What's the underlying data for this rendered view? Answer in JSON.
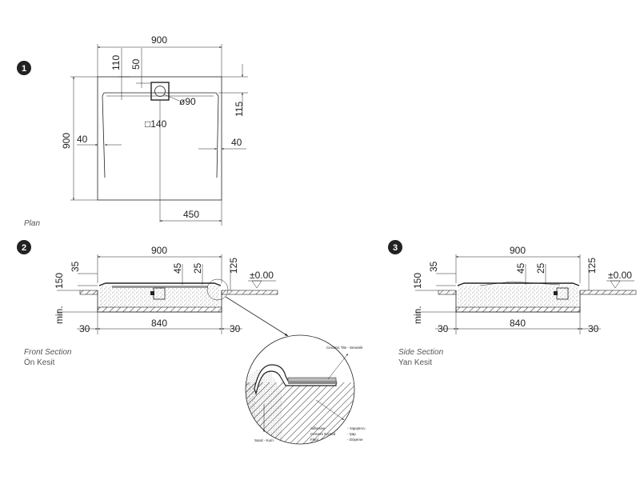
{
  "plan": {
    "number": "1",
    "caption": "Plan",
    "dims": {
      "width": "900",
      "top_110": "110",
      "top_50": "50",
      "diameter": "ø90",
      "square": "□140",
      "right_115": "115",
      "left_40": "40",
      "right_40": "40",
      "height": "900",
      "bottom_450": "450"
    }
  },
  "front_section": {
    "number": "2",
    "caption_en": "Front Section",
    "caption_tr": "Ön Kesit",
    "dims": {
      "width": "900",
      "d35": "35",
      "d45": "45",
      "d25": "25",
      "d125": "125",
      "level": "±0.00",
      "d150": "150",
      "min": "min.",
      "left_30": "30",
      "inner_840": "840",
      "right_30": "30"
    }
  },
  "side_section": {
    "number": "3",
    "caption_en": "Side Section",
    "caption_tr": "Yan Kesit",
    "dims": {
      "width": "900",
      "d35": "35",
      "d45": "45",
      "d25": "25",
      "d125": "125",
      "level": "±0.00",
      "d150": "150",
      "min": "min.",
      "left_30": "30",
      "inner_840": "840",
      "right_30": "30"
    }
  },
  "detail": {
    "ceramic": "Ceramic Tile - Seramik",
    "adhesive": "Adhesive",
    "adhesive_tr": "- Yapıştırıcı",
    "screed": "Cement Screed",
    "screed_tr": "- Şap",
    "floor": "Floor",
    "floor_tr": "- Döşeme",
    "sand": "Sand - Kum"
  }
}
